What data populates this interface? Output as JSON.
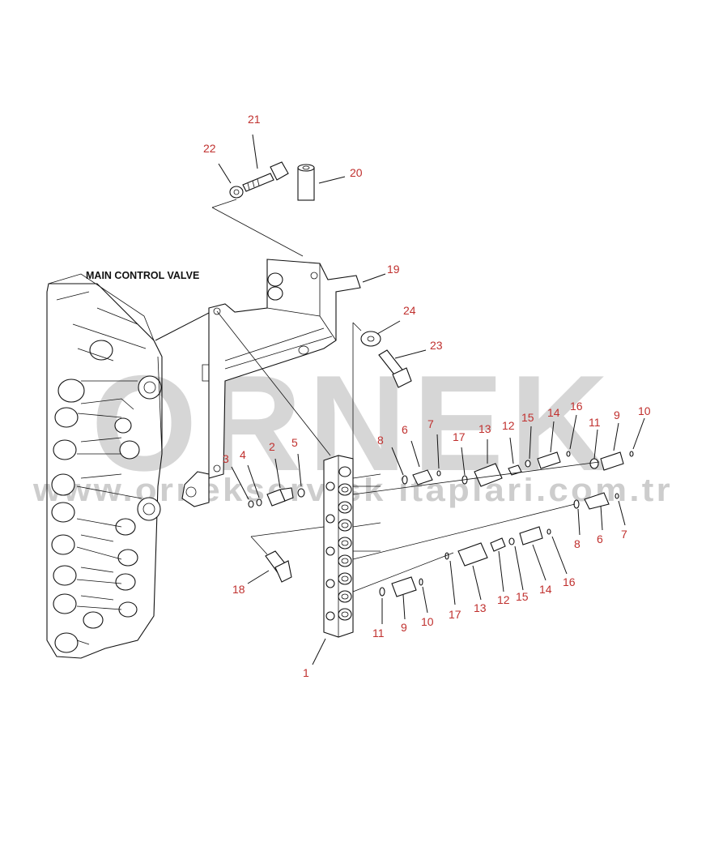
{
  "watermark": {
    "logo": "ORNEK",
    "url": "www.ornekservisk itaplari.com.tr"
  },
  "diagram": {
    "main_label": "MAIN CONTROL VALVE",
    "callouts": {
      "c21": "21",
      "c22": "22",
      "c20": "20",
      "c19": "19",
      "c24": "24",
      "c23": "23",
      "c3": "3",
      "c4": "4",
      "c2": "2",
      "c5": "5",
      "c8a": "8",
      "c6a": "6",
      "c7a": "7",
      "c17a": "17",
      "c13a": "13",
      "c12a": "12",
      "c15a": "15",
      "c14a": "14",
      "c16a": "16",
      "c11a": "11",
      "c9a": "9",
      "c10a": "10",
      "c8b": "8",
      "c6b": "6",
      "c7b": "7",
      "c17b": "17",
      "c13b": "13",
      "c12b": "12",
      "c15b": "15",
      "c14b": "14",
      "c16b": "16",
      "c11b": "11",
      "c9b": "9",
      "c10b": "10",
      "c18": "18",
      "c1": "1"
    }
  },
  "colors": {
    "callout": "#c0302e",
    "line": "#111111",
    "watermark": "#d6d6d6"
  }
}
